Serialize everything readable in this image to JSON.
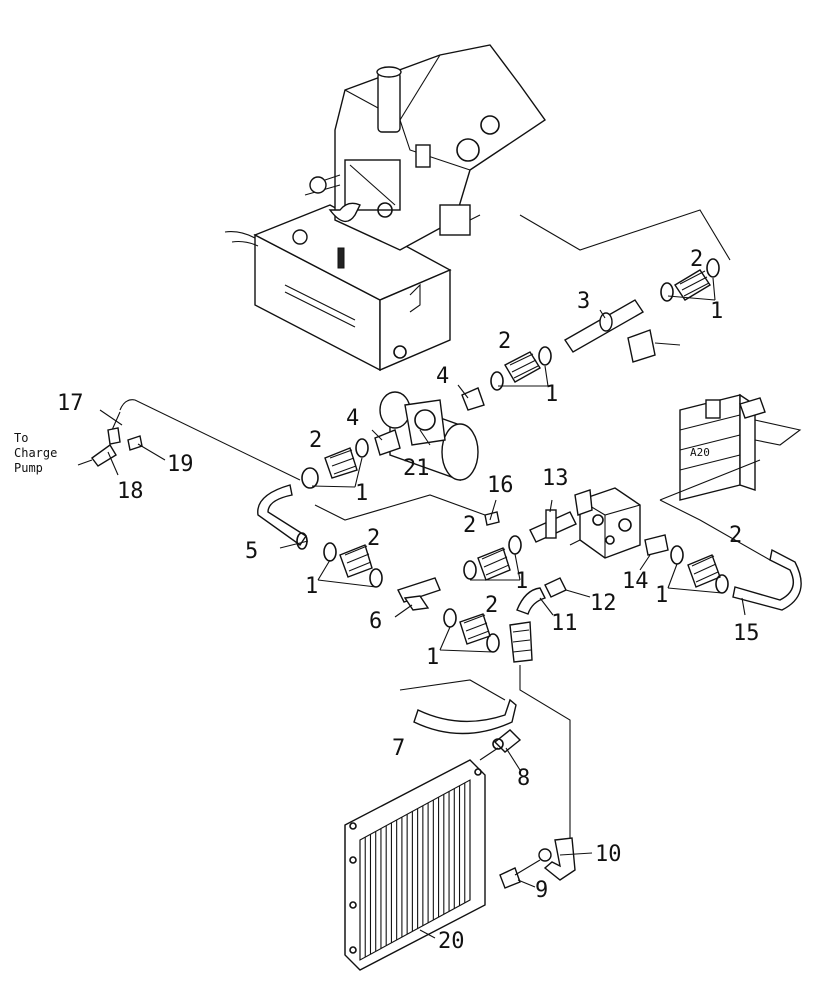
{
  "diagram": {
    "callouts": {
      "c1": "1",
      "c2": "2",
      "c3": "3",
      "c4": "4",
      "c5": "5",
      "c6": "6",
      "c7": "7",
      "c8": "8",
      "c9": "9",
      "c10": "10",
      "c11": "11",
      "c12": "12",
      "c13": "13",
      "c14": "14",
      "c15": "15",
      "c16": "16",
      "c17": "17",
      "c18": "18",
      "c19": "19",
      "c20": "20",
      "c21": "21"
    },
    "charge_pump_label": [
      "To",
      "Charge",
      "Pump"
    ],
    "valve_block_label": "A20"
  }
}
